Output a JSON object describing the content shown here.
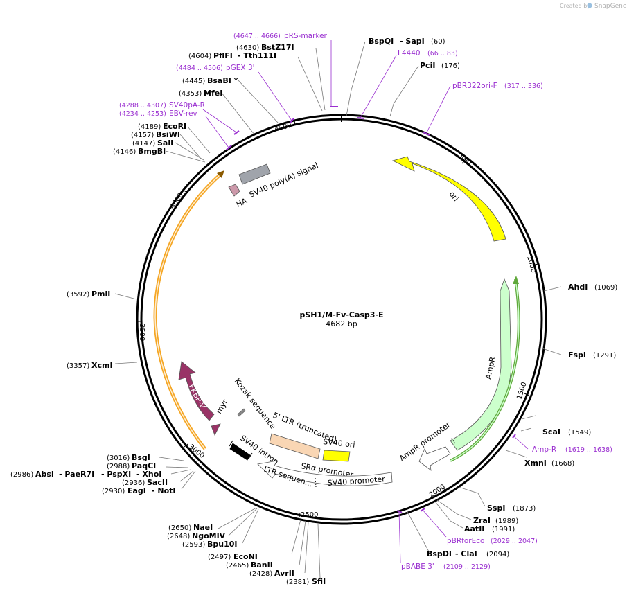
{
  "credit": {
    "prefix": "Created by",
    "brand": "SnapGene"
  },
  "plasmid": {
    "name": "pSH1/M-Fv-Casp3-E",
    "size": "4682 bp"
  },
  "ticks": [
    "500",
    "1000",
    "1500",
    "2000",
    "2500",
    "3000",
    "3500",
    "4000",
    "4500"
  ],
  "sites": [
    {
      "name": "BspQI",
      "name2": "- SapI",
      "pos": "(60)"
    },
    {
      "name": "PciI",
      "pos": "(176)"
    },
    {
      "name": "AhdI",
      "pos": "(1069)"
    },
    {
      "name": "FspI",
      "pos": "(1291)"
    },
    {
      "name": "ScaI",
      "pos": "(1549)"
    },
    {
      "name": "XmnI",
      "pos": "(1668)"
    },
    {
      "name": "SspI",
      "pos": "(1873)"
    },
    {
      "name": "ZraI",
      "pos": "(1989)"
    },
    {
      "name": "AatII",
      "pos": "(1991)"
    },
    {
      "name": "BspDI",
      "name2": "- ClaI",
      "pos": "(2094)"
    },
    {
      "name": "SfiI",
      "pos": "(2381)"
    },
    {
      "name": "AvrII",
      "pos": "(2428)"
    },
    {
      "name": "BanII",
      "pos": "(2465)"
    },
    {
      "name": "EcoNI",
      "pos": "(2497)"
    },
    {
      "name": "Bpu10I",
      "pos": "(2593)"
    },
    {
      "name": "NgoMIV",
      "pos": "(2648)"
    },
    {
      "name": "NaeI",
      "pos": "(2650)"
    },
    {
      "name": "EagI",
      "name2": "- NotI",
      "pos": "(2930)"
    },
    {
      "name": "SacII",
      "pos": "(2936)"
    },
    {
      "name": "AbsI",
      "name2": "- PaeR7I",
      "name3": "- PspXI",
      "name4": "- XhoI",
      "pos": "(2986)"
    },
    {
      "name": "PaqCI",
      "pos": "(2988)"
    },
    {
      "name": "BsgI",
      "pos": "(3016)"
    },
    {
      "name": "XcmI",
      "pos": "(3357)"
    },
    {
      "name": "PmlI",
      "pos": "(3592)"
    },
    {
      "name": "BmgBI",
      "pos": "(4146)"
    },
    {
      "name": "SalI",
      "pos": "(4147)"
    },
    {
      "name": "BsiWI",
      "pos": "(4157)"
    },
    {
      "name": "EcoRI",
      "pos": "(4189)"
    },
    {
      "name": "MfeI",
      "pos": "(4353)"
    },
    {
      "name": "BsaBI *",
      "pos": "(4445)"
    },
    {
      "name": "PflFI",
      "name2": "- Tth111I",
      "pos": "(4604)"
    },
    {
      "name": "BstZ17I",
      "pos": "(4630)"
    }
  ],
  "primers": [
    {
      "name": "pRS-marker",
      "pos": "(4647 .. 4666)"
    },
    {
      "name": "L4440",
      "pos": "(66 .. 83)"
    },
    {
      "name": "pBR322ori-F",
      "pos": "(317 .. 336)"
    },
    {
      "name": "pGEX 3'",
      "pos": "(4484 .. 4506)"
    },
    {
      "name": "SV40pA-R",
      "pos": "(4288 .. 4307)"
    },
    {
      "name": "EBV-rev",
      "pos": "(4234 .. 4253)"
    },
    {
      "name": "Amp-R",
      "pos": "(1619 .. 1638)"
    },
    {
      "name": "pBRforEco",
      "pos": "(2029 .. 2047)"
    },
    {
      "name": "pBABE 3'",
      "pos": "(2109 .. 2129)"
    }
  ],
  "features": {
    "ori": "ori",
    "ampr": "AmpR",
    "ampr_promoter": "AmpR promoter",
    "sv40_polya": "SV40 poly(A) signal",
    "ha": "HA",
    "fkbpv": "FKBP-V",
    "myr": "myr",
    "kozak": "Kozak sequence",
    "ltr5": "5' LTR (truncated)",
    "sv40_intron": "SV40 intron",
    "sv40_ori": "SV40 ori",
    "sra_promoter": "SRα promoter",
    "ltr_seq": "LTR sequen...",
    "sv40_promoter": "SV40 promoter"
  },
  "colors": {
    "ori": "#ffff00",
    "ampr": "#ccffcc",
    "fkbpv": "#993366",
    "ha": "#cc99aa",
    "polya": "#a0a4ab",
    "ltr5": "#f9d6b4",
    "sv40ori": "#ffff00",
    "orf_orange": "#f5a623",
    "orf_green": "#5fa83a",
    "primer": "#9a2fd0"
  }
}
